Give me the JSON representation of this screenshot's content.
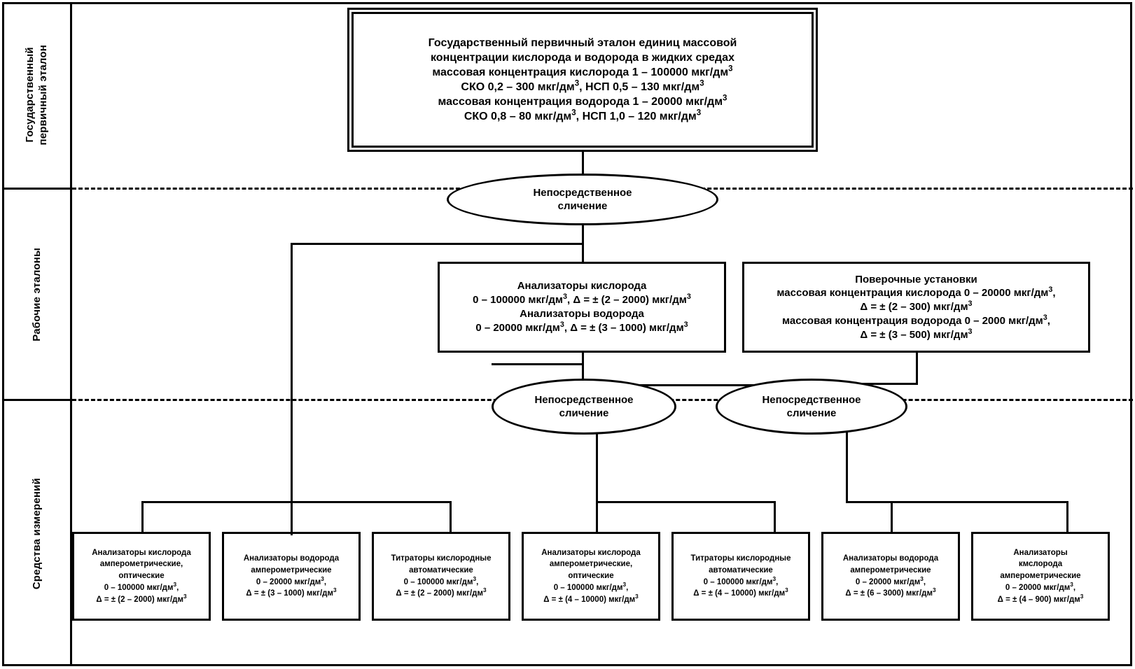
{
  "diagram": {
    "type": "metrological-traceability-scheme",
    "language": "ru",
    "tiers": [
      {
        "id": "primary",
        "label": "Государственный\nпервичный эталон"
      },
      {
        "id": "working",
        "label": "Рабочие эталоны"
      },
      {
        "id": "instruments",
        "label": "Средства измерений"
      }
    ],
    "primary_standard": {
      "lines": [
        "Государственный первичный эталон единиц массовой",
        "концентрации кислорода и водорода в жидких средах",
        "массовая концентрация кислорода 1 – 100000 мкг/дм³",
        "СКО 0,2 – 300 мкг/дм³, НСП 0,5 – 130 мкг/дм³",
        "массовая концентрация водорода 1 – 20000 мкг/дм³",
        "СКО 0,8 – 80 мкг/дм³, НСП 1,0 – 120 мкг/дм³"
      ]
    },
    "transfer_methods": [
      {
        "id": "transfer-top",
        "lines": [
          "Непосредственное",
          "сличение"
        ]
      },
      {
        "id": "transfer-left",
        "lines": [
          "Непосредственное",
          "сличение"
        ]
      },
      {
        "id": "transfer-right",
        "lines": [
          "Непосредственное",
          "сличение"
        ]
      }
    ],
    "working_standards": [
      {
        "id": "analyzers",
        "lines": [
          "Анализаторы кислорода",
          "0 – 100000 мкг/дм³, Δ = ± (2 – 2000) мкг/дм³",
          "Анализаторы водорода",
          "0 – 20000 мкг/дм³, Δ = ± (3 – 1000) мкг/дм³"
        ]
      },
      {
        "id": "verification-rigs",
        "lines": [
          "Поверочные установки",
          "массовая концентрация кислорода 0 – 20000 мкг/дм³,",
          "Δ = ± (2 – 300) мкг/дм³",
          "массовая концентрация водорода 0 – 2000 мкг/дм³,",
          "Δ = ± (3 – 500) мкг/дм³"
        ]
      }
    ],
    "measuring_instruments": [
      {
        "id": "mi-1",
        "lines": [
          "Анализаторы кислорода",
          "амперометрические,",
          "оптические",
          "0 – 100000 мкг/дм³,",
          "Δ = ± (2 – 2000) мкг/дм³"
        ]
      },
      {
        "id": "mi-2",
        "lines": [
          "Анализаторы водорода",
          "амперометрические",
          "0 – 20000 мкг/дм³,",
          "Δ = ± (3 – 1000) мкг/дм³"
        ]
      },
      {
        "id": "mi-3",
        "lines": [
          "Титраторы кислородные",
          "автоматические",
          "0 – 100000 мкг/дм³,",
          "Δ = ± (2 – 2000) мкг/дм³"
        ]
      },
      {
        "id": "mi-4",
        "lines": [
          "Анализаторы кислорода",
          "амперометрические,",
          "оптические",
          "0 – 100000 мкг/дм³,",
          "Δ = ± (4 – 10000) мкг/дм³"
        ]
      },
      {
        "id": "mi-5",
        "lines": [
          "Титраторы кислородные",
          "автоматические",
          "0 – 100000 мкг/дм³,",
          "Δ = ± (4 – 10000) мкг/дм³"
        ]
      },
      {
        "id": "mi-6",
        "lines": [
          "Анализаторы водорода",
          "амперометрические",
          "0 – 20000 мкг/дм³,",
          "Δ = ± (6 – 3000) мкг/дм³"
        ]
      },
      {
        "id": "mi-7",
        "lines": [
          "Анализаторы",
          "кмслорода",
          "амперометрические",
          "0 – 20000 мкг/дм³,",
          "Δ = ± (4 – 900) мкг/дм³"
        ]
      }
    ],
    "colors": {
      "stroke": "#000000",
      "background": "#ffffff"
    }
  }
}
